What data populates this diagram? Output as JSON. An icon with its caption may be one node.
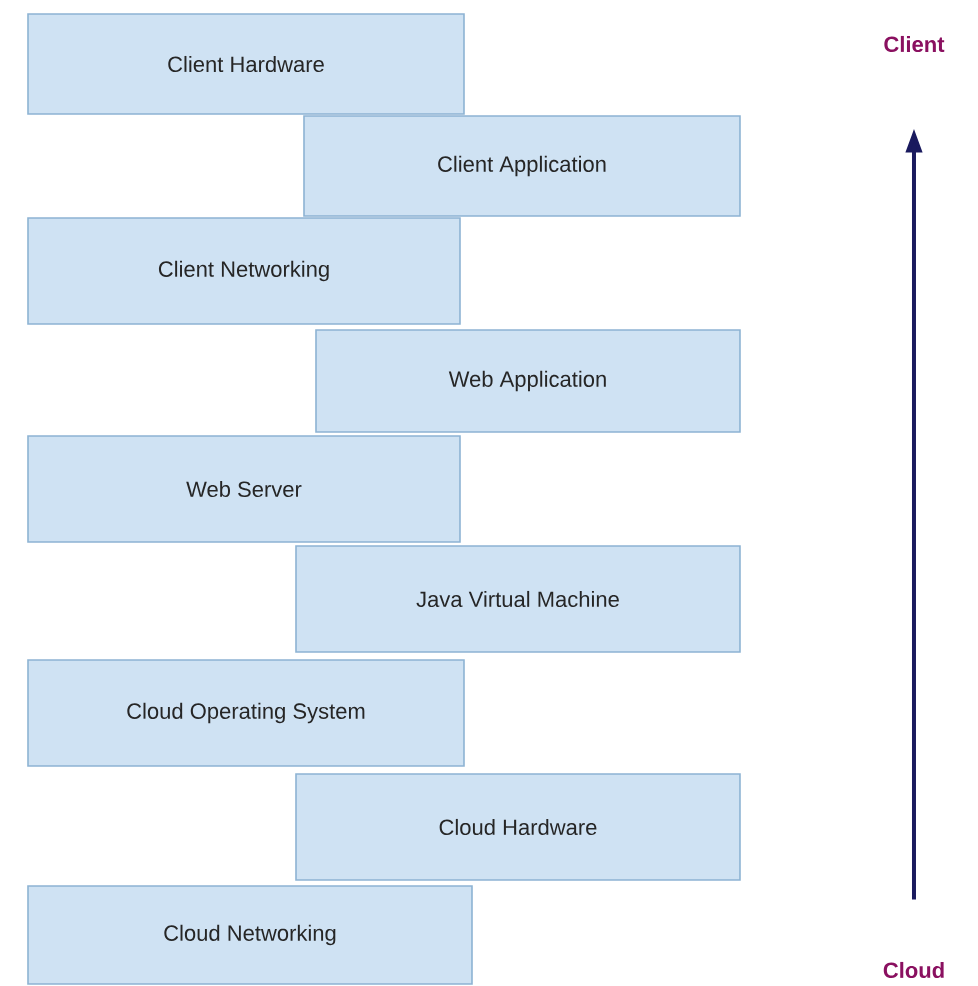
{
  "diagram": {
    "nodes": [
      {
        "text": [
          "Client Hardware"
        ]
      },
      {
        "text": [
          "Client Application"
        ]
      },
      {
        "text": [
          "Client Networking"
        ]
      },
      {
        "text": [
          "Web Application"
        ]
      },
      {
        "text": [
          "Web Server"
        ]
      },
      {
        "text": [
          "Java Virtual Machine"
        ]
      },
      {
        "text": [
          "Cloud Operating System"
        ]
      },
      {
        "text": [
          "Cloud Hardware"
        ]
      },
      {
        "text": [
          "Cloud Networking"
        ]
      },
      {
        "text": [
          "Client"
        ]
      },
      {
        "text": [
          "Cloud"
        ]
      }
    ],
    "edges": [
      {
        "from": 10,
        "to": 9,
        "arrow": "to"
      }
    ]
  }
}
